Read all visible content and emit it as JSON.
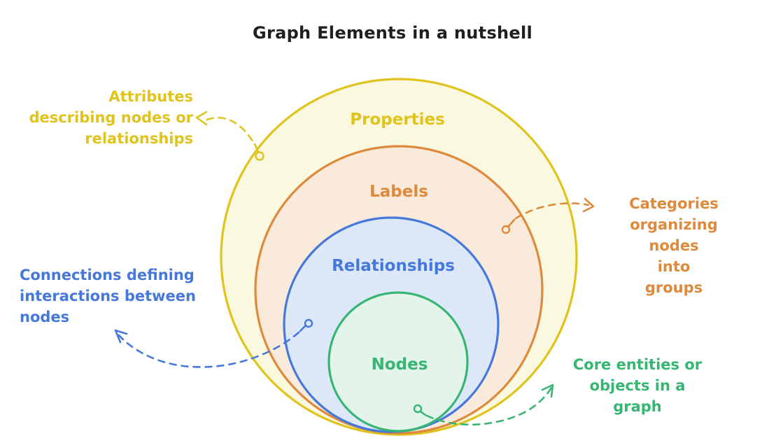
{
  "title": "Graph Elements in a nutshell",
  "colors": {
    "title-color": "#1f1f1f",
    "yellow-stroke": "#e0c31c",
    "yellow-fill": "#fbf8e0",
    "orange-stroke": "#dd8a3c",
    "orange-fill": "#faeadb",
    "blue-stroke": "#4678dc",
    "blue-fill": "#dce8f8",
    "green-stroke": "#36b573",
    "green-fill": "#e3f4ea"
  },
  "rings": {
    "properties": "Properties",
    "labels": "Labels",
    "relationships": "Relationships",
    "nodes": "Nodes"
  },
  "annotations": {
    "properties": "Attributes\ndescribing nodes or\nrelationships",
    "labels": "Categories\norganizing nodes\ninto groups",
    "relationships": "Connections defining\ninteractions between\nnodes",
    "nodes": "Core entities or\nobjects in a graph"
  }
}
